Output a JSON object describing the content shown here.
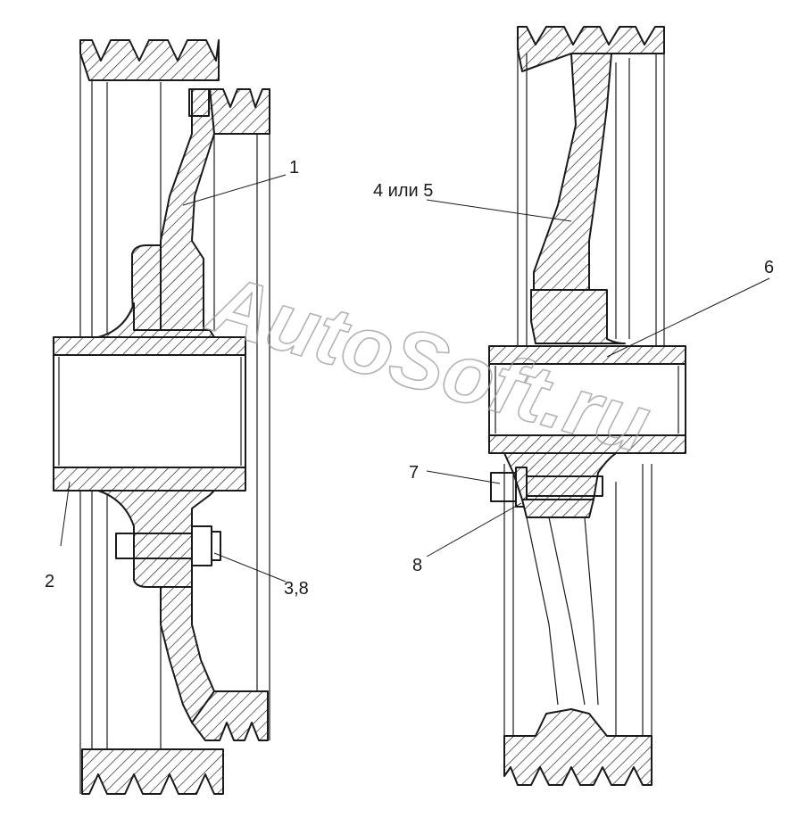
{
  "callouts": {
    "left_hub": "1",
    "left_rim": "2",
    "left_bolt": "3,8",
    "right_disc": "4 или 5",
    "right_hub": "6",
    "right_bolt": "7",
    "right_washer": "8"
  },
  "watermark": "AutoSoft.ru"
}
